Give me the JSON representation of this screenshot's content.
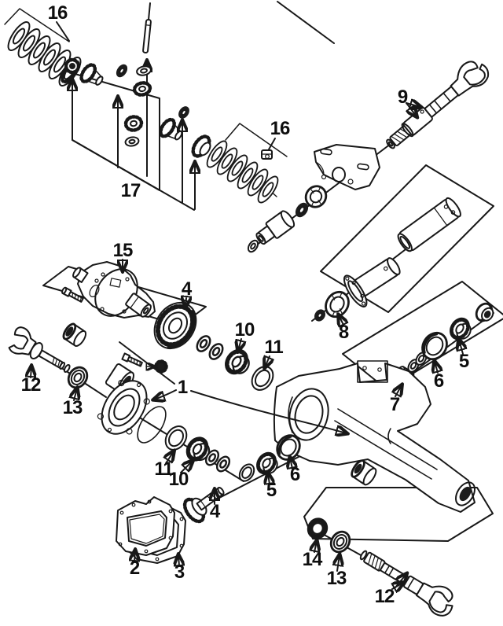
{
  "diagram": {
    "kind": "exploded-parts-diagram",
    "subject": "rear axle differential assembly line drawing",
    "background_color": "#ffffff",
    "line_color": "#181818",
    "callouts": [
      {
        "label": "16",
        "part": "clutch-disc-stack-left"
      },
      {
        "label": "17",
        "part": "spider-gear-kit"
      },
      {
        "label": "16",
        "part": "clutch-disc-stack-right"
      },
      {
        "label": "9",
        "part": "drive-shaft"
      },
      {
        "label": "15",
        "part": "differential-carrier"
      },
      {
        "label": "4",
        "part": "ring-gear"
      },
      {
        "label": "10",
        "part": "bearing-upper"
      },
      {
        "label": "11",
        "part": "bearing-cup-upper"
      },
      {
        "label": "12",
        "part": "stub-yoke-left"
      },
      {
        "label": "13",
        "part": "seal-left"
      },
      {
        "label": "1",
        "part": "axle-housing"
      },
      {
        "label": "8",
        "part": "bearing-8"
      },
      {
        "label": "5",
        "part": "bearing-5-upper"
      },
      {
        "label": "6",
        "part": "seal-6-upper"
      },
      {
        "label": "7",
        "part": "spacer-7"
      },
      {
        "label": "11",
        "part": "bearing-cup-lower"
      },
      {
        "label": "10",
        "part": "bearing-lower"
      },
      {
        "label": "4",
        "part": "drive-pinion"
      },
      {
        "label": "5",
        "part": "bearing-5-lower"
      },
      {
        "label": "6",
        "part": "seal-6-lower"
      },
      {
        "label": "2",
        "part": "rear-cover"
      },
      {
        "label": "3",
        "part": "cover-gasket"
      },
      {
        "label": "14",
        "part": "bearing-14"
      },
      {
        "label": "13",
        "part": "seal-bottom"
      },
      {
        "label": "12",
        "part": "axle-shaft-bottom"
      }
    ]
  }
}
